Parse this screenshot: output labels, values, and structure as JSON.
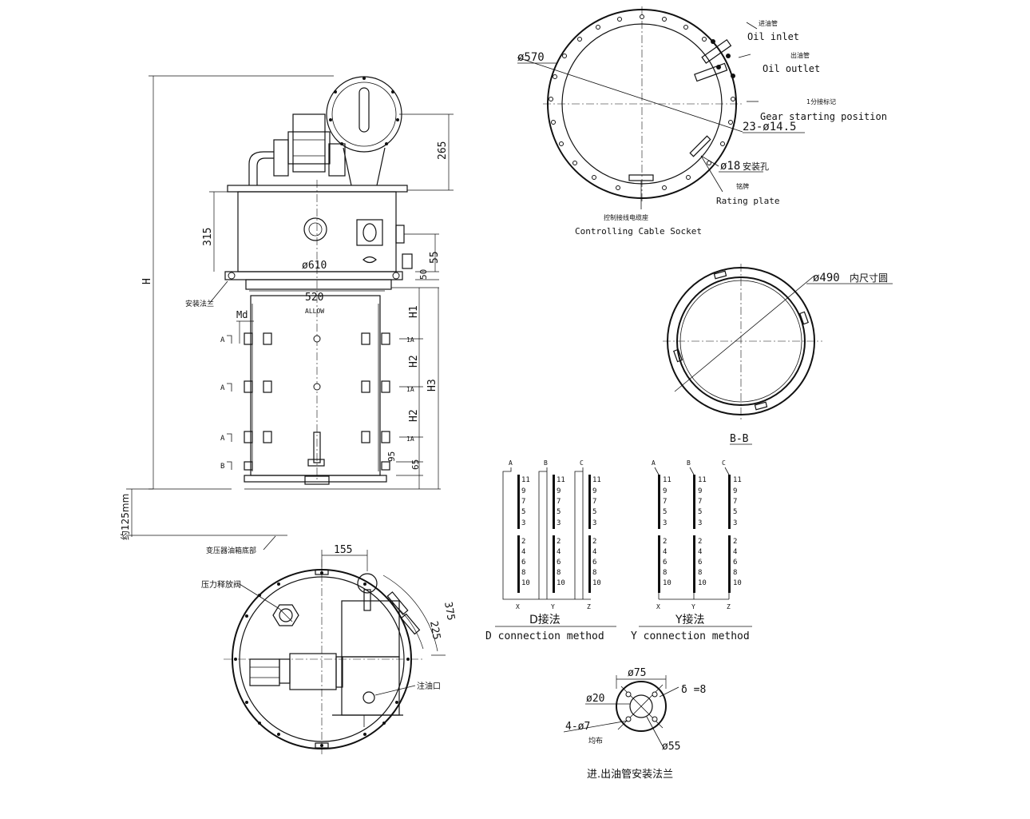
{
  "front_view": {
    "dim_H": "H",
    "dim_265": "265",
    "dim_315": "315",
    "dim_55": "55",
    "dim_50": "50",
    "dim_d610": "ø610",
    "dim_520": "520",
    "dim_Md": "Md",
    "dim_H1": "H1",
    "dim_H2a": "H2",
    "dim_H2b": "H2",
    "dim_H3": "H3",
    "dim_95": "95",
    "dim_65": "65",
    "dim_125": "约125mm",
    "label_mount_flange": "安装法兰",
    "label_tank_bottom": "变压器油箱底部",
    "side_A_labels": [
      "A",
      "A",
      "A",
      "B"
    ],
    "side_1A_labels": [
      "1A",
      "1A",
      "1A"
    ]
  },
  "top_view": {
    "dim_d570": "ø570",
    "dim_holes": "23-ø14.5",
    "dim_d18": "ø18",
    "dim_d18_cn": "安装孔",
    "oil_inlet_cn": "进油管",
    "oil_inlet": "Oil inlet",
    "oil_outlet_cn": "出油管",
    "oil_outlet": "Oil outlet",
    "gear_cn": "1分接标记",
    "gear": "Gear starting position",
    "rating_cn": "铭牌",
    "rating": "Rating plate",
    "cable_cn": "控制接线电缆座",
    "cable": "Controlling Cable Socket"
  },
  "section_bb": {
    "dim_d490": "ø490",
    "dim_d490_cn": "内尺寸圆",
    "title": "B-B"
  },
  "bottom_view": {
    "dim_155": "155",
    "dim_375": "375",
    "dim_225": "225",
    "label_valve": "压力释放阀",
    "label_drain": "注油口"
  },
  "d_connection": {
    "phases": [
      "A",
      "B",
      "C"
    ],
    "bottoms": [
      "X",
      "Y",
      "Z"
    ],
    "upper_taps": [
      "11",
      "9",
      "7",
      "5",
      "3"
    ],
    "lower_taps": [
      "2",
      "4",
      "6",
      "8",
      "10"
    ],
    "title_cn": "D接法",
    "title_en": "D connection method"
  },
  "y_connection": {
    "phases": [
      "A",
      "B",
      "C"
    ],
    "bottoms": [
      "X",
      "Y",
      "Z"
    ],
    "upper_taps": [
      "11",
      "9",
      "7",
      "5",
      "3"
    ],
    "lower_taps": [
      "2",
      "4",
      "6",
      "8",
      "10"
    ],
    "title_cn": "Y接法",
    "title_en": "Y connection method"
  },
  "flange_detail": {
    "dim_d75": "ø75",
    "dim_delta": "δ =8",
    "dim_d20": "ø20",
    "dim_holes": "4-ø7",
    "dim_holes_cn": "均布",
    "dim_d55": "ø55",
    "caption": "进.出油管安装法兰"
  }
}
